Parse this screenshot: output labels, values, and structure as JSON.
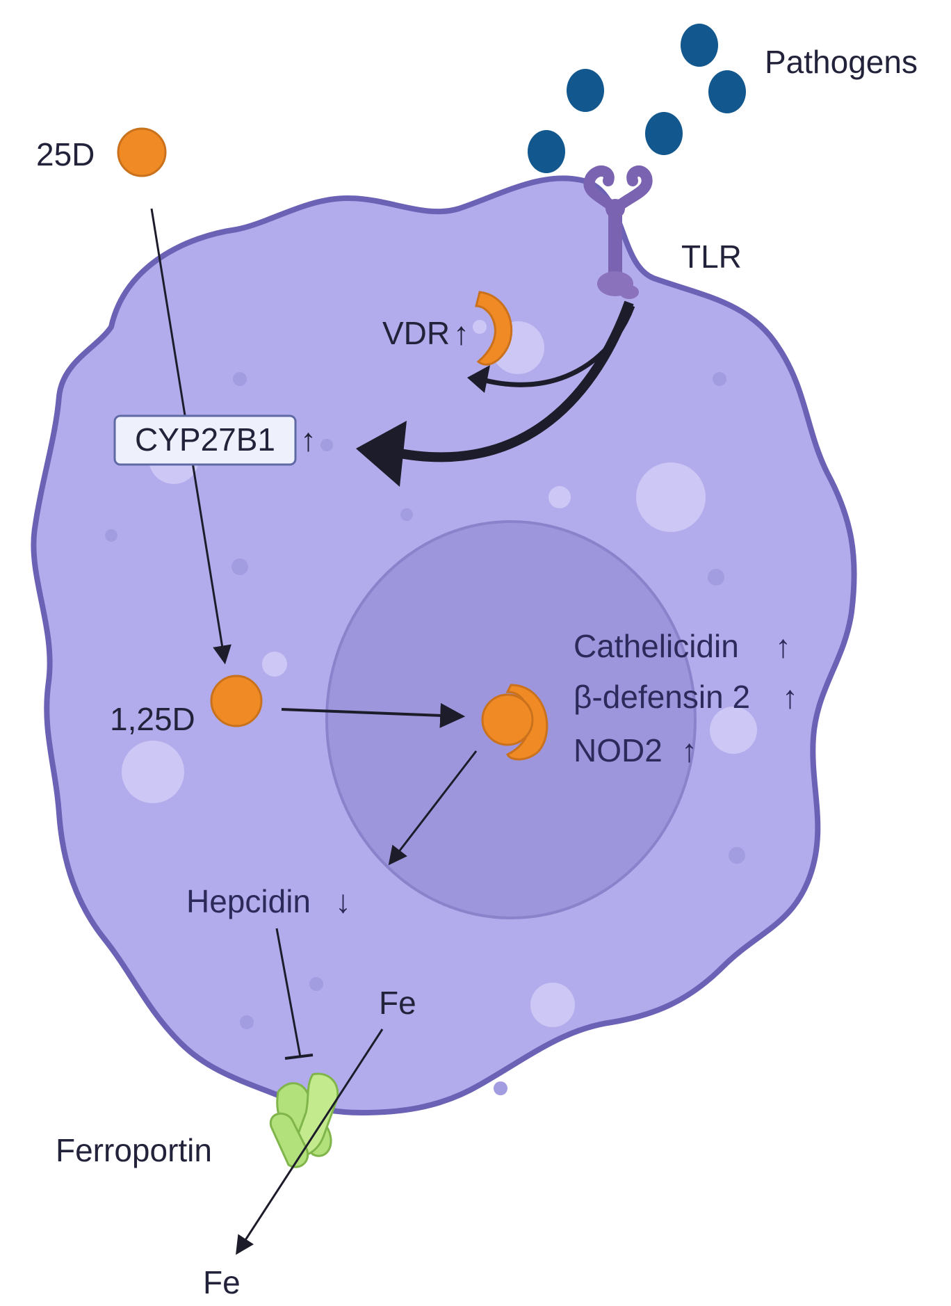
{
  "labels": {
    "pathogens": "Pathogens",
    "tlr": "TLR",
    "d25": "25D",
    "vdr": "VDR",
    "cyp": "CYP27B1",
    "d125": "1,25D",
    "cathelicidin": "Cathelicidin",
    "bdefensin": "β-defensin 2",
    "nod2": "NOD2",
    "hepcidin": "Hepcidin",
    "fe_in": "Fe",
    "fe_out": "Fe",
    "ferroportin": "Ferroportin"
  },
  "indicators": {
    "up": "↑",
    "down": "↓"
  },
  "colors": {
    "cell": "#b3acec",
    "cell_border": "#6c62b5",
    "nucleus": "#9e96dc",
    "vitamin": "#f08a24",
    "pathogen": "#12588f",
    "tlr": "#7a63b0",
    "ferroportin": "#b2e07a",
    "arrow": "#1c1c2a"
  }
}
